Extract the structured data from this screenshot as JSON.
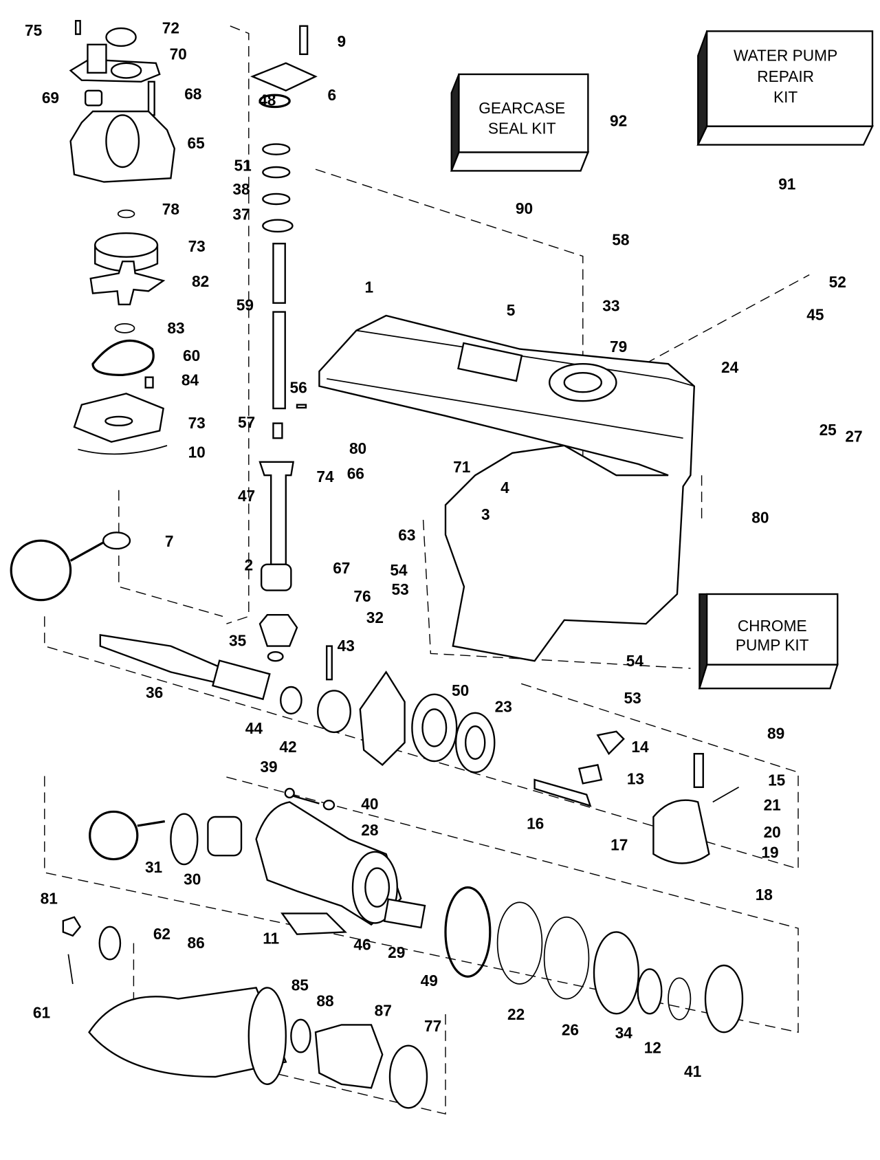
{
  "kits": {
    "gearcase_seal": [
      "GEARCASE",
      "SEAL KIT"
    ],
    "water_pump_repair": [
      "WATER PUMP",
      "REPAIR",
      "KIT"
    ],
    "chrome_pump": [
      "CHROME",
      "PUMP KIT"
    ]
  },
  "part_labels": [
    "75",
    "72",
    "70",
    "9",
    "69",
    "68",
    "6",
    "48",
    "65",
    "51",
    "38",
    "37",
    "78",
    "73",
    "82",
    "59",
    "83",
    "60",
    "84",
    "73",
    "10",
    "56",
    "57",
    "47",
    "2",
    "7",
    "35",
    "32",
    "43",
    "36",
    "44",
    "42",
    "50",
    "23",
    "90",
    "91",
    "92",
    "58",
    "1",
    "5",
    "33",
    "79",
    "52",
    "45",
    "24",
    "25",
    "27",
    "80",
    "71",
    "66",
    "74",
    "4",
    "3",
    "63",
    "67",
    "76",
    "54",
    "53",
    "80",
    "54",
    "53",
    "89",
    "14",
    "13",
    "15",
    "21",
    "16",
    "20",
    "19",
    "17",
    "18",
    "39",
    "40",
    "28",
    "31",
    "30",
    "11",
    "46",
    "29",
    "49",
    "22",
    "26",
    "34",
    "12",
    "41",
    "81",
    "62",
    "86",
    "85",
    "88",
    "87",
    "77",
    "61"
  ],
  "colors": {
    "ink": "#000000",
    "paper": "#ffffff"
  }
}
